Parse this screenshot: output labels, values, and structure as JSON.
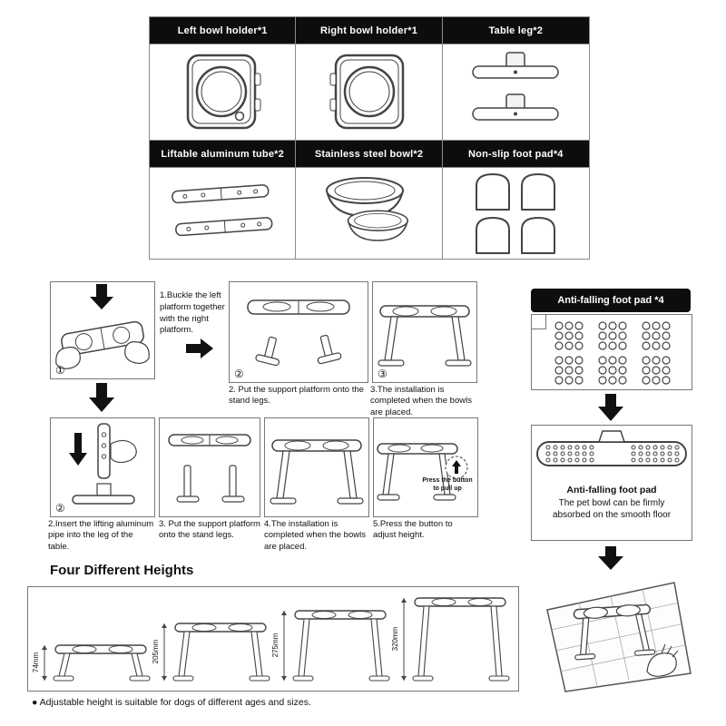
{
  "parts": {
    "items": [
      {
        "label": "Left bowl holder*1"
      },
      {
        "label": "Right bowl holder*1"
      },
      {
        "label": "Table leg*2"
      },
      {
        "label": "Liftable aluminum tube*2"
      },
      {
        "label": "Stainless steel bowl*2"
      },
      {
        "label": "Non-slip foot pad*4"
      }
    ]
  },
  "method1": {
    "step1": {
      "badge": "①",
      "text": "1.Buckle the left platform together with the right platform."
    },
    "step2": {
      "badge": "②",
      "caption": "2. Put the support platform onto the stand legs."
    },
    "step3": {
      "badge": "③",
      "caption": "3.The installation is completed when the bowls are placed."
    }
  },
  "method2": {
    "step2": {
      "badge": "②",
      "caption": "2.Insert the lifting aluminum pipe into the leg of the table."
    },
    "step3": {
      "caption": "3. Put the support platform onto the stand legs."
    },
    "step4": {
      "caption": "4.The installation is completed when the bowls are placed."
    },
    "step5": {
      "caption": "5.Press the button to adjust height.",
      "annotation": "Press the button to pull up"
    }
  },
  "footpad": {
    "header": "Anti-falling foot pad *4",
    "title": "Anti-falling foot pad",
    "description": "The pet bowl can be firmly absorbed on the smooth floor"
  },
  "heights": {
    "title": "Four Different Heights",
    "labels": [
      "74mm",
      "205mm",
      "275mm",
      "320mm"
    ],
    "note": "●  Adjustable height is suitable for dogs of different ages and sizes."
  },
  "colors": {
    "header_bg": "#0d0d0d",
    "line_art": "#444444",
    "border": "#8a8a8a"
  }
}
